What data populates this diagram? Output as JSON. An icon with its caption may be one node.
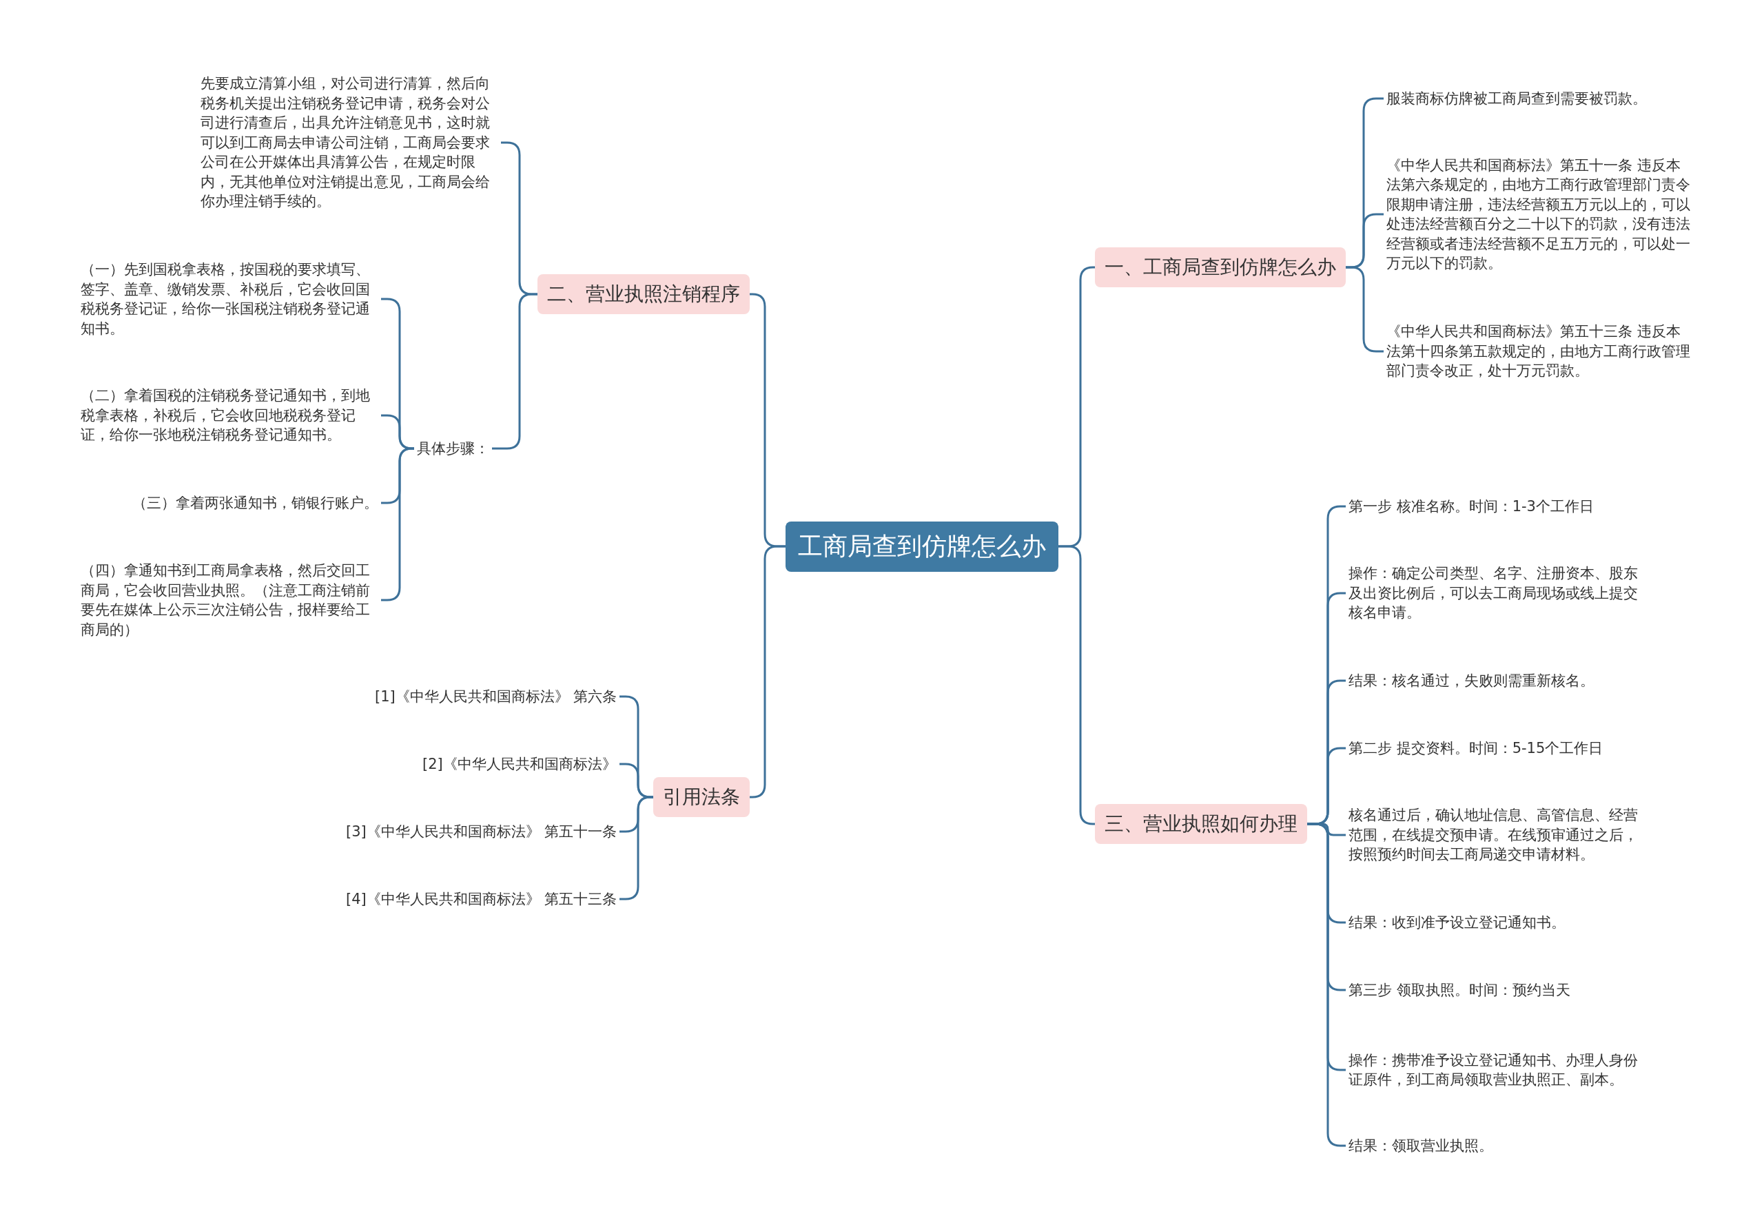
{
  "diagram": {
    "nodes": [
      {
        "text": [
          "工商局查到仿牌怎么办"
        ]
      },
      {
        "text": [
          "一、工商局查到仿牌怎么办"
        ]
      },
      {
        "text": [
          "服装商标仿牌被工商局查到需要被罚款。"
        ]
      },
      {
        "text": [
          "《中华人民共和国商标法》第五十一条 违反本法第六条规定的，由地方工商行政管理部门责令限期申请注册，违法经营额五万元以上的，可以处违法经营额百分之二十以下的罚款，没有违法经营额或者违法经营额不足五万元的，可以处一万元以下的罚款。"
        ]
      },
      {
        "text": [
          "《中华人民共和国商标法》第五十三条 违反本法第十四条第五款规定的，由地方工商行政管理部门责令改正，处十万元罚款。"
        ]
      },
      {
        "text": [
          "三、营业执照如何办理"
        ]
      },
      {
        "text": [
          "第一步 核准名称。时间：1-3个工作日"
        ]
      },
      {
        "text": [
          "操作：确定公司类型、名字、注册资本、股东及出资比例后，可以去工商局现场或线上提交核名申请。"
        ]
      },
      {
        "text": [
          "结果：核名通过，失败则需重新核名。"
        ]
      },
      {
        "text": [
          "第二步 提交资料。时间：5-15个工作日"
        ]
      },
      {
        "text": [
          "核名通过后，确认地址信息、高管信息、经营范围，在线提交预申请。在线预审通过之后，按照预约时间去工商局递交申请材料。"
        ]
      },
      {
        "text": [
          "结果：收到准予设立登记通知书。"
        ]
      },
      {
        "text": [
          "第三步 领取执照。时间：预约当天"
        ]
      },
      {
        "text": [
          "操作：携带准予设立登记通知书、办理人身份证原件，到工商局领取营业执照正、副本。"
        ]
      },
      {
        "text": [
          "结果：领取营业执照。"
        ]
      },
      {
        "text": [
          "二、营业执照注销程序"
        ]
      },
      {
        "text": [
          "先要成立清算小组，对公司进行清算，然后向税务机关提出注销税务登记申请，税务会对公司进行清查后，出具允许注销意见书，这时就可以到工商局去申请公司注销，工商局会要求公司在公开媒体出具清算公告，在规定时限内，无其他单位对注销提出意见，工商局会给你办理注销手续的。"
        ]
      },
      {
        "text": [
          "具体步骤："
        ]
      },
      {
        "text": [
          "（一）先到国税拿表格，按国税的要求填写、签字、盖章、缴销发票、补税后，它会收回国税税务登记证，给你一张国税注销税务登记通知书。"
        ]
      },
      {
        "text": [
          "（二）拿着国税的注销税务登记通知书，到地税拿表格，补税后，它会收回地税税务登记证，给你一张地税注销税务登记通知书。"
        ]
      },
      {
        "text": [
          "（三）拿着两张通知书，销银行账户。"
        ]
      },
      {
        "text": [
          "（四）拿通知书到工商局拿表格，然后交回工商局，它会收回营业执照。（注意工商注销前要先在媒体上公示三次注销公告，报样要给工商局的）"
        ]
      },
      {
        "text": [
          "引用法条"
        ]
      },
      {
        "text": [
          "[1]《中华人民共和国商标法》 第六条"
        ]
      },
      {
        "text": [
          "[2]《中华人民共和国商标法》"
        ]
      },
      {
        "text": [
          "[3]《中华人民共和国商标法》 第五十一条"
        ]
      },
      {
        "text": [
          "[4]《中华人民共和国商标法》 第五十三条"
        ]
      }
    ],
    "edges": [
      {
        "from": 0,
        "to": 1,
        "arrow": "none"
      },
      {
        "from": 1,
        "to": 2,
        "arrow": "none"
      },
      {
        "from": 1,
        "to": 3,
        "arrow": "none"
      },
      {
        "from": 1,
        "to": 4,
        "arrow": "none"
      },
      {
        "from": 0,
        "to": 5,
        "arrow": "none"
      },
      {
        "from": 5,
        "to": 6,
        "arrow": "none"
      },
      {
        "from": 5,
        "to": 7,
        "arrow": "none"
      },
      {
        "from": 5,
        "to": 8,
        "arrow": "none"
      },
      {
        "from": 5,
        "to": 9,
        "arrow": "none"
      },
      {
        "from": 5,
        "to": 10,
        "arrow": "none"
      },
      {
        "from": 5,
        "to": 11,
        "arrow": "none"
      },
      {
        "from": 5,
        "to": 12,
        "arrow": "none"
      },
      {
        "from": 5,
        "to": 13,
        "arrow": "none"
      },
      {
        "from": 5,
        "to": 14,
        "arrow": "none"
      },
      {
        "from": 0,
        "to": 15,
        "arrow": "none"
      },
      {
        "from": 15,
        "to": 16,
        "arrow": "none"
      },
      {
        "from": 15,
        "to": 17,
        "arrow": "none"
      },
      {
        "from": 17,
        "to": 18,
        "arrow": "none"
      },
      {
        "from": 17,
        "to": 19,
        "arrow": "none"
      },
      {
        "from": 17,
        "to": 20,
        "arrow": "none"
      },
      {
        "from": 17,
        "to": 21,
        "arrow": "none"
      },
      {
        "from": 0,
        "to": 22,
        "arrow": "none"
      },
      {
        "from": 22,
        "to": 23,
        "arrow": "none"
      },
      {
        "from": 22,
        "to": 24,
        "arrow": "none"
      },
      {
        "from": 22,
        "to": 25,
        "arrow": "none"
      },
      {
        "from": 22,
        "to": 26,
        "arrow": "none"
      }
    ]
  }
}
